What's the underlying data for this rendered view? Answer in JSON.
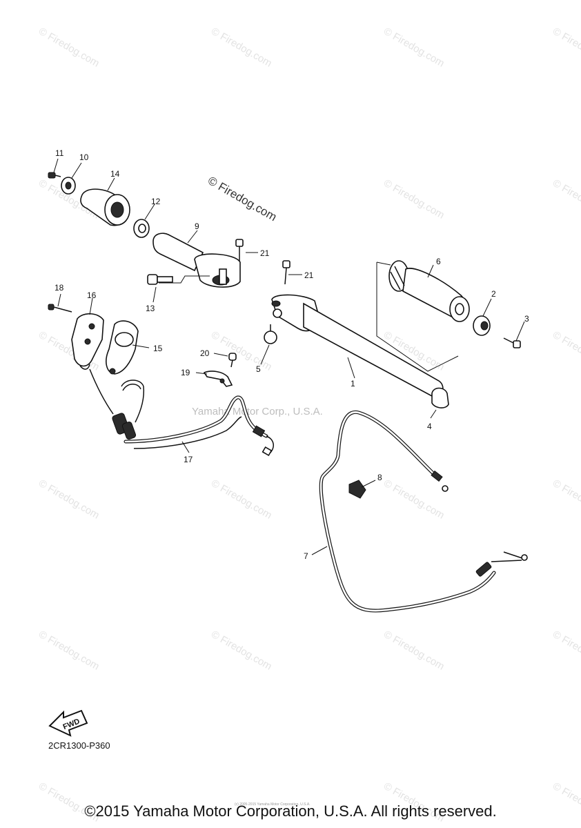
{
  "watermark": {
    "text": "© Firedog.com",
    "center_text": "Yamaha Motor Corp., U.S.A."
  },
  "callouts": {
    "p1": "1",
    "p2": "2",
    "p3": "3",
    "p4": "4",
    "p5": "5",
    "p6": "6",
    "p7": "7",
    "p8": "8",
    "p9": "9",
    "p10": "10",
    "p11": "11",
    "p12": "12",
    "p13": "13",
    "p14": "14",
    "p15": "15",
    "p16": "16",
    "p17": "17",
    "p18": "18",
    "p19": "19",
    "p20": "20",
    "p21a": "21",
    "p21b": "21"
  },
  "fwd_label": "FWD",
  "drawing_code": "2CR1300-P360",
  "tiny_credit": "(c) 2005-2015 Yamaha Motor Corporation, U.S.A.",
  "copyright": "©2015 Yamaha Motor Corporation, U.S.A. All rights reserved."
}
